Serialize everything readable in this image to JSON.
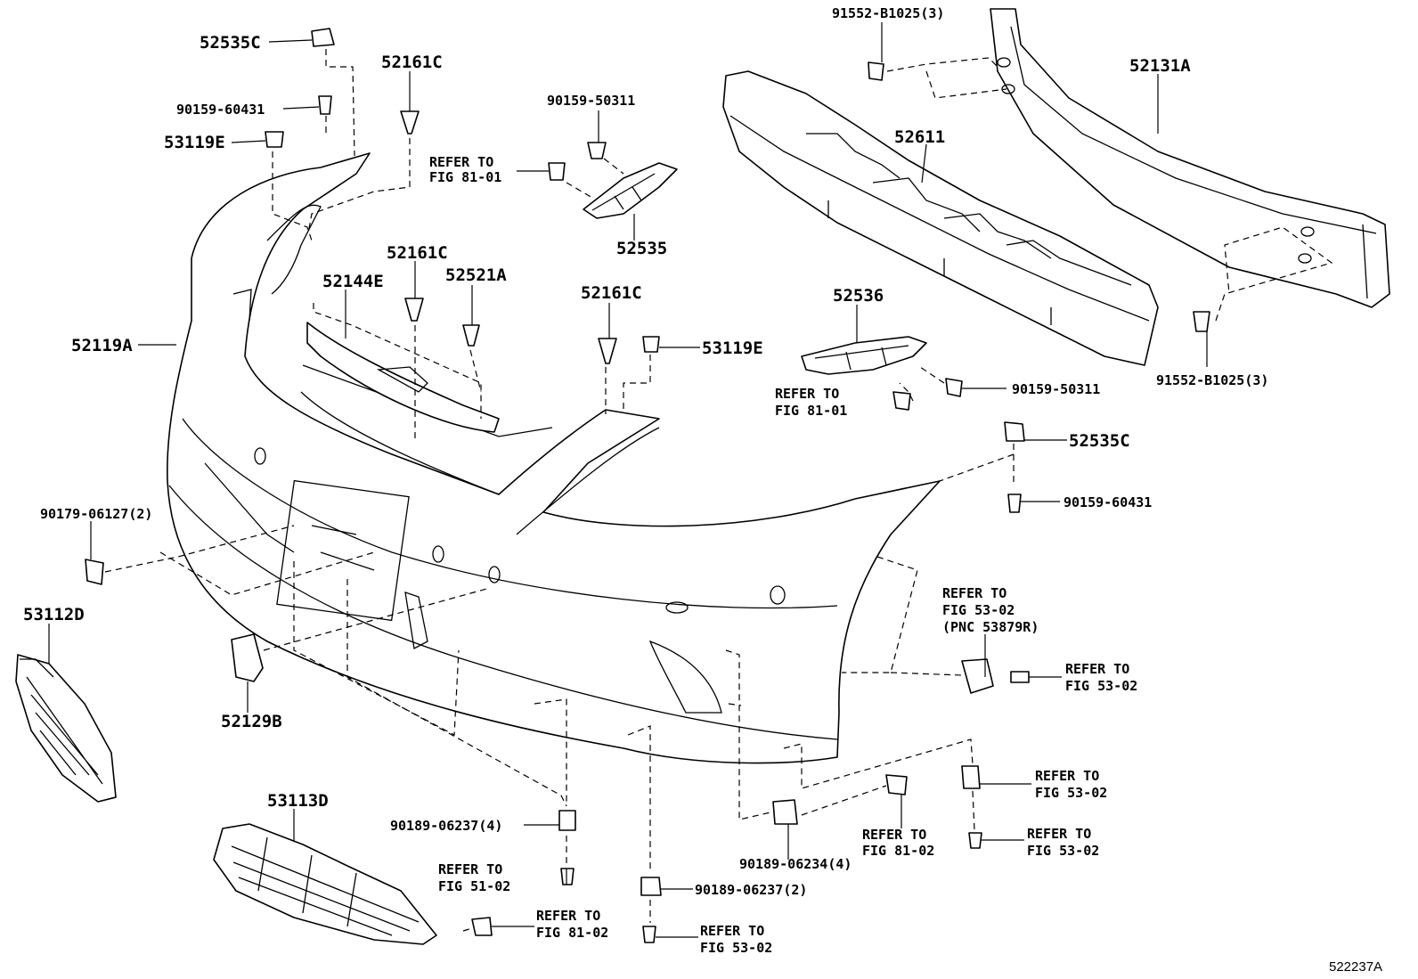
{
  "figure_id": "522237A",
  "labels": {
    "l52535C_top": "52535C",
    "l90159_60431_top": "90159-60431",
    "l53119E_left": "53119E",
    "l52161C_top": "52161C",
    "l90159_50311_top": "90159-50311",
    "l52535": "52535",
    "l52144E": "52144E",
    "l52161C_mid": "52161C",
    "l52521A": "52521A",
    "l52119A": "52119A",
    "l52161C_right": "52161C",
    "l53119E_right": "53119E",
    "l91552_top": "91552-B1025(3)",
    "l52131A": "52131A",
    "l52611": "52611",
    "l52536": "52536",
    "l90159_50311_right": "90159-50311",
    "l91552_bottom": "91552-B1025(3)",
    "l52535C_right": "52535C",
    "l90159_60431_right": "90159-60431",
    "l90179": "90179-06127(2)",
    "l53112D": "53112D",
    "l52129B": "52129B",
    "l53113D": "53113D",
    "l90189_06237_4": "90189-06237(4)",
    "l90189_06237_2": "90189-06237(2)",
    "l90189_06234_4": "90189-06234(4)"
  },
  "refs": {
    "r_fig8101_top_1": "REFER TO",
    "r_fig8101_top_2": "FIG 81-01",
    "r_fig8101_mid_1": "REFER TO",
    "r_fig8101_mid_2": "FIG 81-01",
    "r_fig5302_pnc_1": "REFER TO",
    "r_fig5302_pnc_2": "FIG 53-02",
    "r_fig5302_pnc_3": "(PNC 53879R)",
    "r_fig5302_a_1": "REFER TO",
    "r_fig5302_a_2": "FIG 53-02",
    "r_fig5302_b_1": "REFER TO",
    "r_fig5302_b_2": "FIG 53-02",
    "r_fig5302_c_1": "REFER TO",
    "r_fig5302_c_2": "FIG 53-02",
    "r_fig5302_d_1": "REFER TO",
    "r_fig5302_d_2": "FIG 53-02",
    "r_fig8102_a_1": "REFER TO",
    "r_fig8102_a_2": "FIG 81-02",
    "r_fig8102_b_1": "REFER TO",
    "r_fig8102_b_2": "FIG 81-02",
    "r_fig5102_1": "REFER TO",
    "r_fig5102_2": "FIG 51-02"
  }
}
